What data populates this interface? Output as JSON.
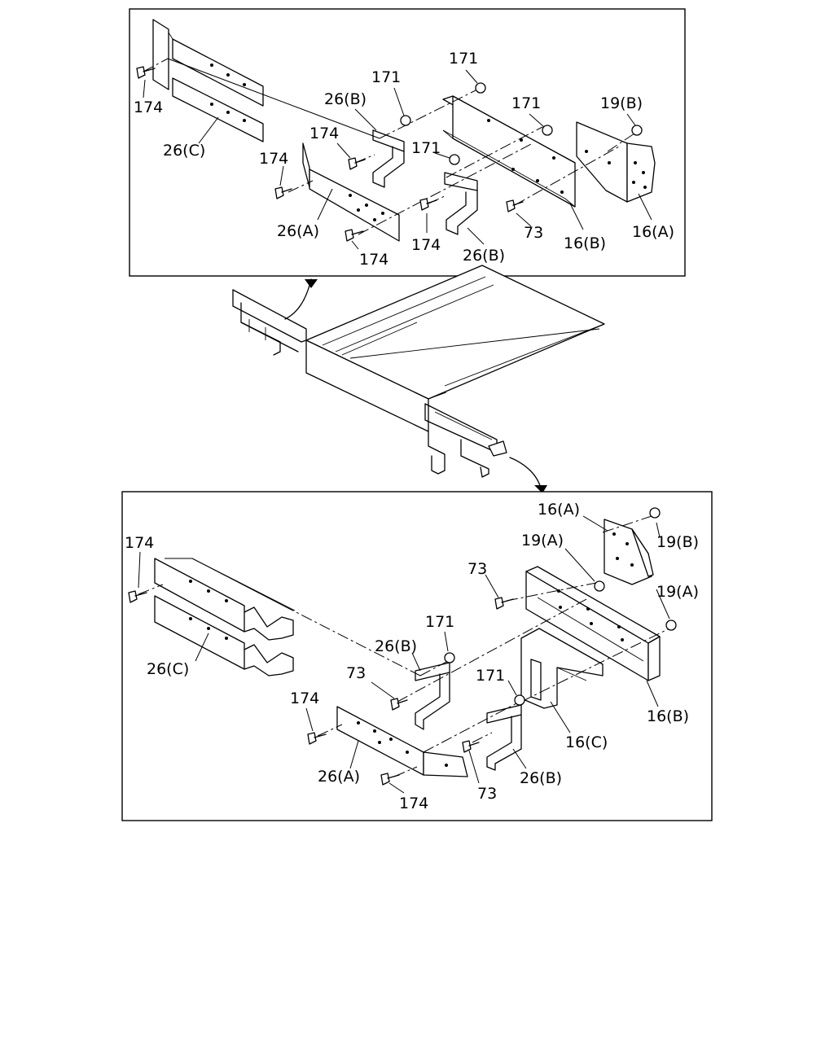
{
  "top_panel": {
    "labels": {
      "p171a": "171",
      "p171b": "171",
      "p171c": "171",
      "p171d": "171",
      "p19b": "19(B)",
      "p26b_top": "26(B)",
      "p174a": "174",
      "p174b": "174",
      "p174c": "174",
      "p174d": "174",
      "p174e": "174",
      "p26c": "26(C)",
      "p26a": "26(A)",
      "p26b_bot": "26(B)",
      "p73": "73",
      "p16b": "16(B)",
      "p16a": "16(A)"
    }
  },
  "bottom_panel": {
    "labels": {
      "p16a": "16(A)",
      "p19a_1": "19(A)",
      "p19b": "19(B)",
      "p19a_2": "19(A)",
      "p174a": "174",
      "p73a": "73",
      "p171a": "171",
      "p26b_a": "26(B)",
      "p26c": "26(C)",
      "p73b": "73",
      "p171b": "171",
      "p174b": "174",
      "p16c": "16(C)",
      "p16b": "16(B)",
      "p26a": "26(A)",
      "p73c": "73",
      "p26b_b": "26(B)",
      "p174c": "174"
    }
  }
}
